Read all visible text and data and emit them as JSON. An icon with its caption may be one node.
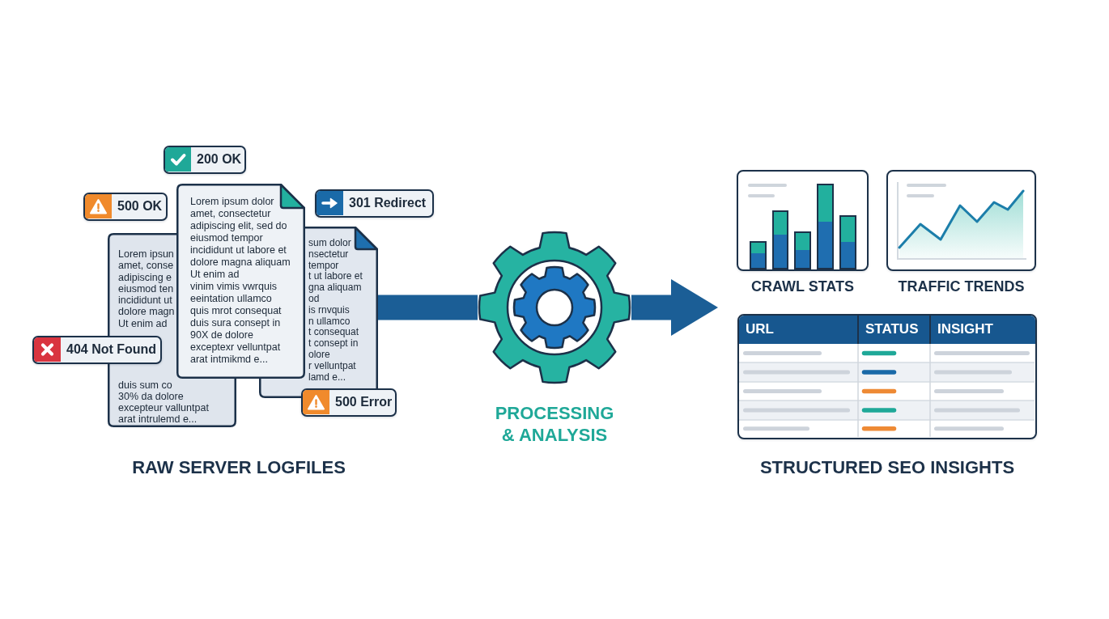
{
  "diagram": {
    "nodes": [
      {
        "text": [
          "200 OK"
        ]
      },
      {
        "text": [
          "500 OK"
        ]
      },
      {
        "text": [
          "301 Redirect"
        ]
      },
      {
        "text": [
          "Lorem ipsum dolor amet, consectetur adipiscing elit, sed do eiusmod tempor incididunt ut labore et dolore magna aliquam Ut enim ad vinim vimis vwrquis eeintation ullamco quis mrot consequat duis sura consept in 90X de dolore exceptexr velluntpat arat intmikmd e..."
        ]
      },
      {
        "text": [
          "Lorem ipsun amet, conse adipiscing e eiusmod ten incididunt ut dolore magn Ut enim ad",
          "duis sum co 30% da dolore excepteur valluntpat arat intrulemd e..."
        ]
      },
      {
        "text": [
          "sum dolor nsectetur tempor t ut labore et gna aliquam od is rnvquis n ullamco t consequat t consept in olore r velluntpat lamd e..."
        ]
      },
      {
        "text": [
          "404 Not Found"
        ]
      },
      {
        "text": [
          "500 Error"
        ]
      },
      {
        "text": [
          "PROCESSING & ANALYSIS"
        ]
      },
      {
        "text": [
          "CRAWL STATS"
        ]
      },
      {
        "text": [
          "TRAFFIC TRENDS"
        ]
      },
      {
        "text": [
          "URL",
          "STATUS",
          "INSIGHT"
        ]
      }
    ],
    "edges": [
      {
        "from": 5,
        "to": 8,
        "arrow": "none"
      },
      {
        "from": 8,
        "to": 9,
        "arrow": "to"
      }
    ],
    "labels": [
      "RAW SERVER LOGFILES",
      "STRUCTURED SEO INSIGHTS"
    ]
  }
}
